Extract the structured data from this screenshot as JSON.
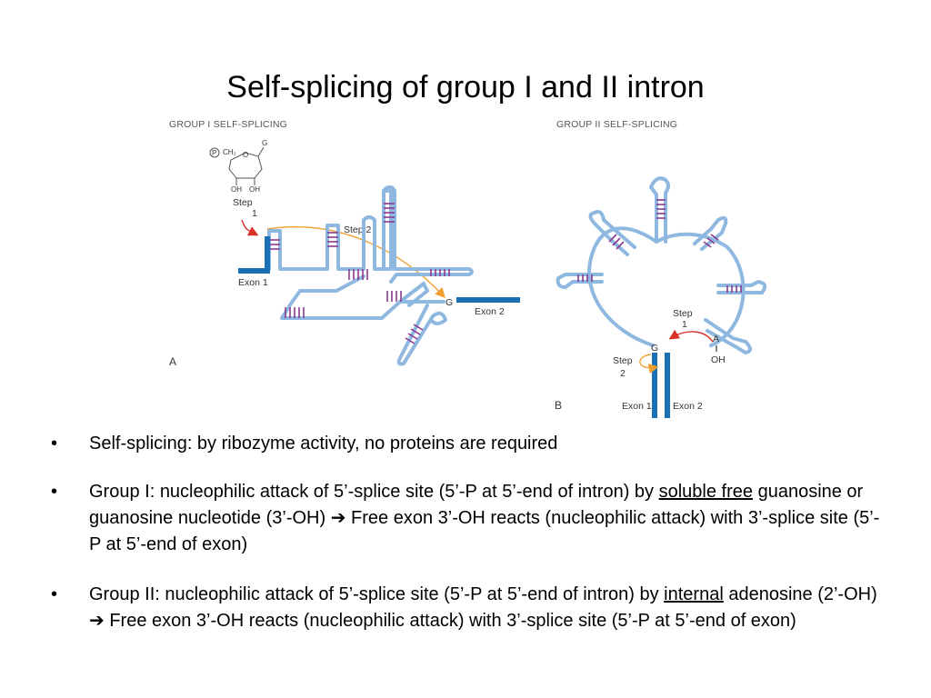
{
  "slide": {
    "title": "Self-splicing of group I and II intron"
  },
  "figure": {
    "group1": {
      "heading": "GROUP I SELF-SPLICING",
      "panel": "A",
      "step1": "Step\n1",
      "step1_line1": "Step",
      "step1_line2": "1",
      "step2": "Step 2",
      "exon1": "Exon 1",
      "exon2": "Exon 2",
      "g_site": "G",
      "guanosine": {
        "phosphate": "P",
        "ch2": "CH₂",
        "o": "O",
        "g": "G",
        "oh_left": "OH",
        "oh_right": "OH"
      }
    },
    "group2": {
      "heading": "GROUP II SELF-SPLICING",
      "panel": "B",
      "step1_line1": "Step",
      "step1_line2": "1",
      "step2_line1": "Step",
      "step2_line2": "2",
      "exon1": "Exon 1",
      "exon2": "Exon 2",
      "g_site": "G",
      "a_site": "A",
      "oh": "OH"
    },
    "colors": {
      "rna": "#8fb8e0",
      "exon": "#1a6fb5",
      "basepair": "#8b3a8f",
      "step1_arrow": "#d9302a",
      "step2_arrow": "#f0a030"
    }
  },
  "bullets": [
    {
      "text": "Self-splicing: by ribozyme activity, no proteins are required"
    },
    {
      "part1": "Group I: nucleophilic attack of 5’-splice site (5’-P at 5’-end of intron) by ",
      "underline": "soluble free",
      "part2": " guanosine or guanosine nucleotide (3’-OH) ",
      "arrow": "➔",
      "part3": " Free exon 3’-OH reacts (nucleophilic attack) with 3’-splice site (5’-P at 5’-end of exon)"
    },
    {
      "part1": "Group II: nucleophilic attack of 5’-splice site (5’-P at 5’-end of intron) by ",
      "underline": "internal",
      "part2": " adenosine (2’-OH) ",
      "arrow": "➔",
      "part3": " Free exon 3’-OH reacts (nucleophilic attack) with 3’-splice site (5’-P at 5’-end of exon)"
    }
  ]
}
